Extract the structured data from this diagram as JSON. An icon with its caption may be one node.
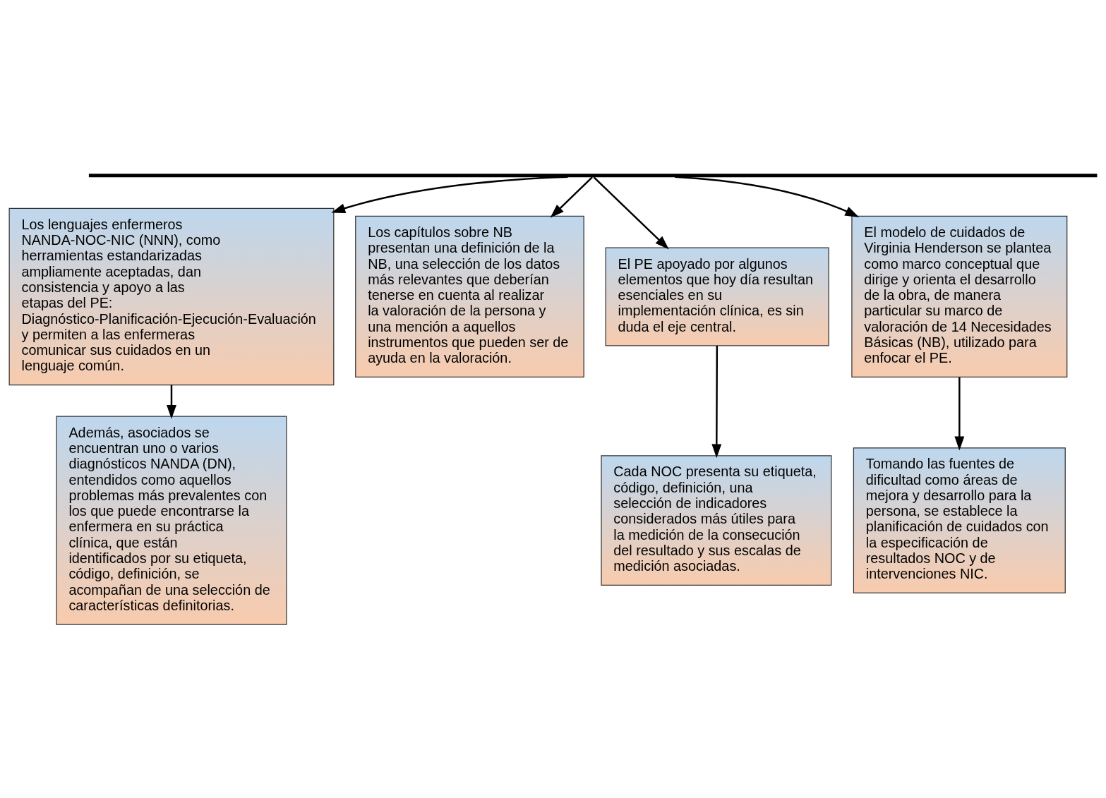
{
  "diagram": {
    "nodes": [
      {
        "text": [],
        "shape": "bar"
      },
      {
        "text": [
          "Los lenguajes enfermeros NANDA-NOC-NIC (NNN), como herramientas estandarizadas ampliamente aceptadas, dan consistencia y apoyo a las etapas del PE: Diagnóstico-Planificación-Ejecución-Evaluación y permiten a las enfermeras comunicar sus cuidados en un lenguaje común."
        ]
      },
      {
        "text": [
          "Además, asociados se encuentran uno o varios diagnósticos NANDA (DN), entendidos como aquellos problemas más prevalentes con los que puede encontrarse la enfermera en su práctica clínica, que están identificados por su etiqueta, código, definición, se acompañan de una selección de características definitorias."
        ]
      },
      {
        "text": [
          "Los capítulos sobre NB presentan una definición de la NB, una selección de los datos más relevantes que deberían tenerse en cuenta al realizar la valoración de la persona y una mención a aquellos instrumentos que pueden ser de ayuda en la valoración."
        ]
      },
      {
        "text": [
          "El PE apoyado por algunos elementos que hoy día resultan esenciales en su implementación clínica, es sin duda el eje central."
        ]
      },
      {
        "text": [
          "Cada NOC presenta su etiqueta, código, definición, una selección de indicadores considerados más útiles para la medición de la consecución del resultado y sus escalas de medición asociadas."
        ]
      },
      {
        "text": [
          "El modelo de cuidados de Virginia Henderson se plantea como marco conceptual que dirige y orienta el desarrollo de la obra, de manera particular su marco de valoración de 14 Necesidades Básicas (NB), utilizado para enfocar el PE."
        ]
      },
      {
        "text": [
          "Tomando las fuentes de dificultad como áreas de mejora y desarrollo para la persona, se establece la planificación de cuidados con la especificación de resultados NOC y de intervenciones NIC."
        ]
      }
    ],
    "edges": [
      {
        "from": 0,
        "to": 1,
        "arrow": "to"
      },
      {
        "from": 0,
        "to": 3,
        "arrow": "to"
      },
      {
        "from": 0,
        "to": 4,
        "arrow": "to"
      },
      {
        "from": 0,
        "to": 6,
        "arrow": "to"
      },
      {
        "from": 1,
        "to": 2,
        "arrow": "to"
      },
      {
        "from": 4,
        "to": 5,
        "arrow": "to"
      },
      {
        "from": 6,
        "to": 7,
        "arrow": "to"
      }
    ]
  }
}
